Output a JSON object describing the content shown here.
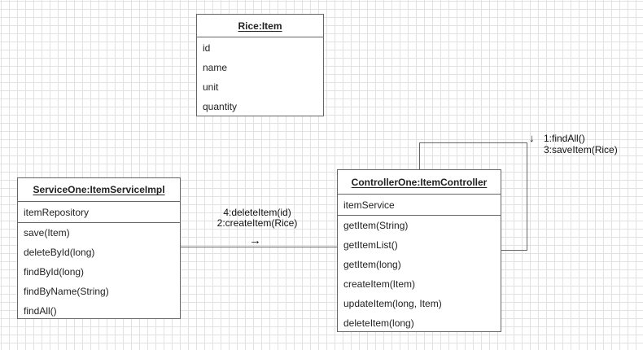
{
  "diagram": {
    "type": "uml-object-diagram",
    "objects": {
      "rice": {
        "title": "Rice:Item",
        "attributes": [
          "id",
          "name",
          "unit",
          "quantity"
        ]
      },
      "service": {
        "title": "ServiceOne:ItemServiceImpl",
        "attributes": [
          "itemRepository"
        ],
        "methods": [
          "save(Item)",
          "deleteById(long)",
          "findById(long)",
          "findByName(String)",
          "findAll()"
        ]
      },
      "controller": {
        "title": "ControllerOne:ItemController",
        "attributes": [
          "itemService"
        ],
        "methods": [
          "getItem(String)",
          "getItemList()",
          "getItem(long)",
          "createItem(Item)",
          "updateItem(long, Item)",
          "deleteItem(long)"
        ]
      }
    },
    "edges": {
      "service_to_controller": {
        "label_line1": "4:deleteItem(id)",
        "label_line2": "2:createItem(Rice)",
        "direction_arrow": "→"
      },
      "controller_self_loop": {
        "label_line1": "1:findAll()",
        "label_line2": "3:saveItem(Rice)",
        "direction_arrow": "↓"
      }
    },
    "colors": {
      "stroke": "#666666",
      "grid_line": "#e2e2e2",
      "background": "#ffffff",
      "text": "#222222"
    }
  }
}
